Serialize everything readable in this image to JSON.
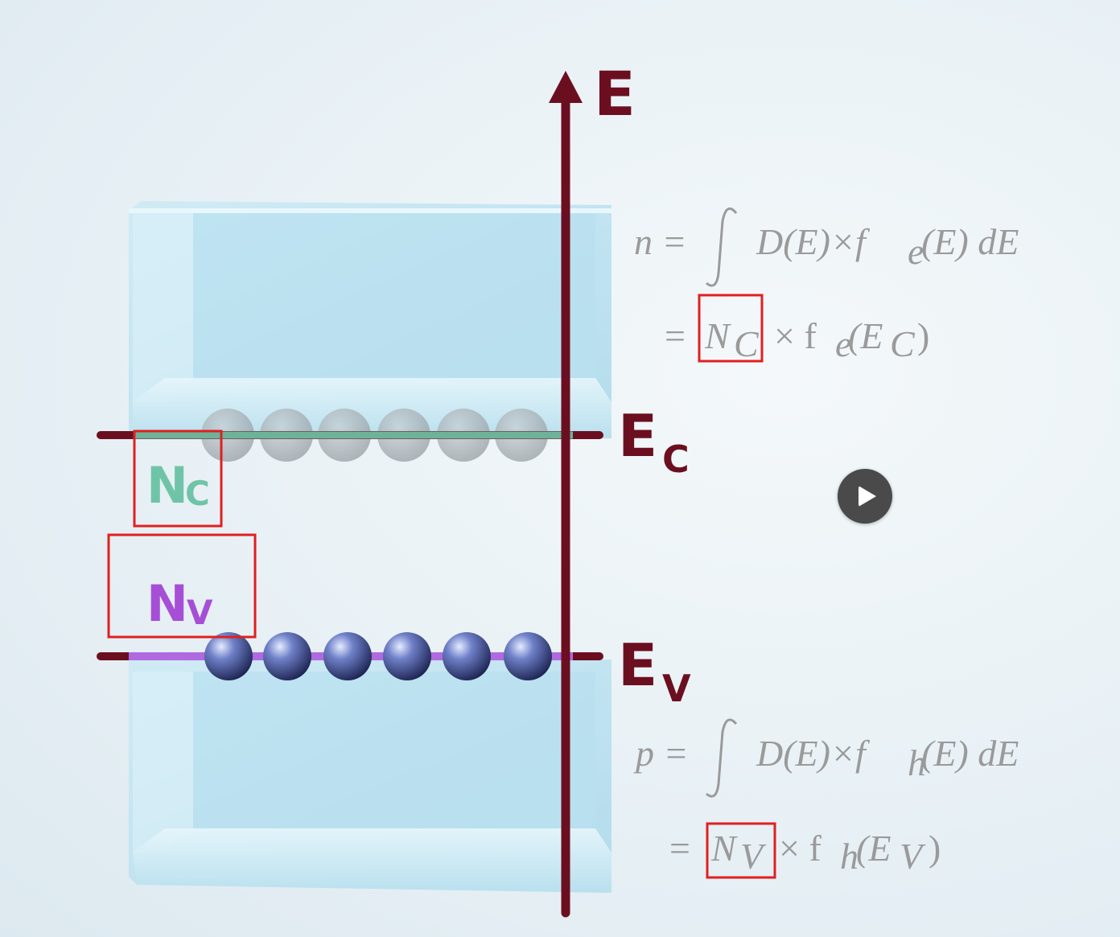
{
  "axis": {
    "label": "E"
  },
  "conduction_level": {
    "label_main": "E",
    "label_sub": "C"
  },
  "valence_level": {
    "label_main": "E",
    "label_sub": "V"
  },
  "band_labels": {
    "nc": {
      "main": "N",
      "sub": "C",
      "color": "#6fc4a8"
    },
    "nv": {
      "main": "N",
      "sub": "V",
      "color": "#a64fd6"
    }
  },
  "equations": {
    "electron_line1": {
      "lhs": "n =",
      "integrand": "D(E)×f",
      "sub": "e",
      "tail": "(E) dE"
    },
    "electron_line2": {
      "eq": "=",
      "n": "N",
      "n_sub": "C",
      "times": "× f",
      "f_sub": "e",
      "open": "(E",
      "e_sub": "C",
      "close": ")"
    },
    "hole_line1": {
      "lhs": "p =",
      "integrand": "D(E)×f",
      "sub": "h",
      "tail": "(E) dE"
    },
    "hole_line2": {
      "eq": "=",
      "n": "N",
      "n_sub": "V",
      "times": "× f",
      "f_sub": "h",
      "open": "(E",
      "e_sub": "V",
      "close": ")"
    }
  },
  "colors": {
    "axis": "#6b0f20",
    "highlight_box": "#e02020",
    "conduction_line": "#6fc4a8",
    "valence_line": "#b06ae0",
    "glass": "#bfe3f0"
  },
  "controls": {
    "play_icon": "play-icon"
  }
}
